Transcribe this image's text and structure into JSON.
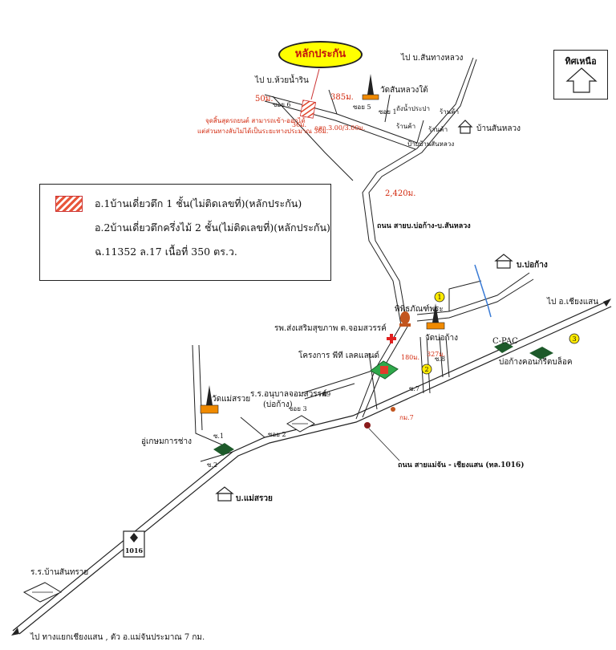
{
  "collateral_title": "หลักประกัน",
  "north_label": "ทิศเหนือ",
  "legend": {
    "line1": "อ.1บ้านเดี่ยวตึก 1 ชั้น(ไม่ติดเลขที่)(หลักประกัน)",
    "line2": "อ.2บ้านเดี่ยวตึกครึ่งไม้ 2 ชั้น(ไม่ติดเลขที่)(หลักประกัน)",
    "line3": "ฉ.11352 ล.17 เนื้อที่ 350 ตร.ว."
  },
  "map_labels": {
    "to_ban_san_thang_luang": "ไป บ.สันทางหลวง",
    "to_ban_huai_nam_rin": "ไป บ.ห้วยน้ำริน",
    "wat_san_luang_pai": "วัดสันหลวงใต้",
    "ban_san_luang": "บ้านสันหลวง",
    "shop": "ร้านค้า",
    "water_tower": "ถังน้ำประปา",
    "entrance_note_1": "จุดสิ้นสุดรถยนต์ สามารถเข้า-ออกได้",
    "entrance_note_2": "แต่ส่วนทางลับไม่ได้เป็นระยะทางประมาณ 36ม.",
    "dist_50": "50ม.",
    "dist_385": "385ม.",
    "dist_36": "36ม.",
    "road_width": "กสถ.3.00/3.00ม.",
    "soi_6": "ซอย 6",
    "soi_5": "ซอย 5",
    "soi_1": "ซอย 1",
    "bus_stop": "ป้ายบ้านสันหลวง",
    "dist_2420": "2,420ม.",
    "road_bo_kang": "ถนน สายบ.บ่อก้าง-บ.สันหลวง",
    "ban_bo_kang": "บ.บ่อก้าง",
    "museum": "พิพิธภัณฑ์พระ",
    "hospital": "รพ.ส่งเสริมสุขภาพ ต.จอมสวรรค์",
    "wat_bo_kang": "วัดบ่อก้าง",
    "project": "โครงการ พีที เลคแลนด์",
    "dist_180": "180ม.",
    "dist_327": "327ม.",
    "soi_7": "ซ.7",
    "soi_8": "ซ.8",
    "km_7": "กม.7",
    "to_chiang_saen": "ไป อ.เชียงแสน",
    "cpac": "C-PAC",
    "concrete_block": "บ่อก้างคอนกรีตบล็อค",
    "wat_mae_suai": "วัดแม่สรวย",
    "kindergarten": "ร.ร.อนุบาลจอมสวรรค์",
    "kindergarten_2": "(บ่อก้าง)",
    "soi_3": "ซอย 3",
    "soi_2": "ซอย 2",
    "workshop": "อู่เกษมการช่าง",
    "main_road": "ถนน สายแม่จัน - เชียงแสน (ทล.1016)",
    "ban_mae_suai": "บ.แม่สรวย",
    "route_no": "1016",
    "school_ban_san_sai": "ร.ร.บ้านสันทราย",
    "bottom_note": "ไป ทางแยกเชียงแสน , ตัว อ.แม่จันประมาณ 7 กม.",
    "marker_1": "1",
    "marker_2": "2",
    "marker_3": "3",
    "num_49": "49",
    "soi_1b": "ซ.1",
    "soi_2b": "ซ.2"
  }
}
